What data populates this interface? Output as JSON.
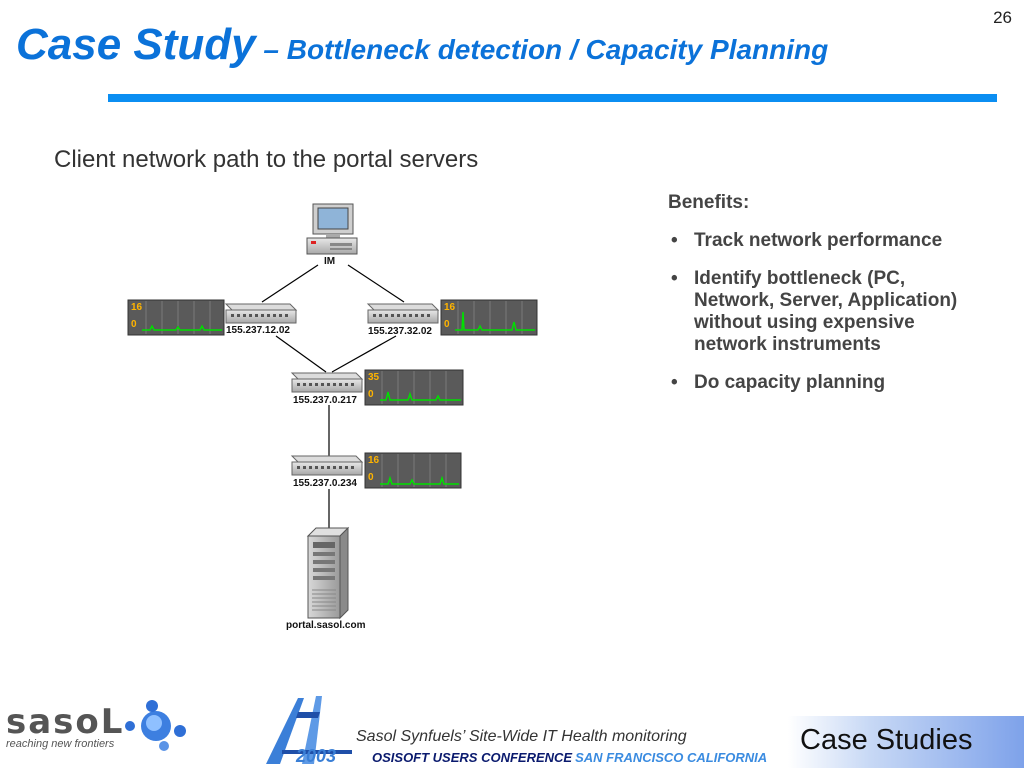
{
  "slide": {
    "number": "26",
    "title_main": "Case Study",
    "title_sub": " – Bottleneck detection / Capacity Planning",
    "subtitle": "Client network path to the portal servers"
  },
  "benefits": {
    "heading": "Benefits:",
    "items": [
      "Track network performance",
      "Identify bottleneck (PC, Network, Server, Application) without using expensive network instruments",
      "Do capacity planning"
    ]
  },
  "diagram": {
    "client_label": "IM",
    "nodes": [
      {
        "label": "155.237.12.02",
        "gauge_top": "16",
        "gauge_bottom": "0"
      },
      {
        "label": "155.237.32.02",
        "gauge_top": "16",
        "gauge_bottom": "0"
      },
      {
        "label": "155.237.0.217",
        "gauge_top": "35",
        "gauge_bottom": "0"
      },
      {
        "label": "155.237.0.234",
        "gauge_top": "16",
        "gauge_bottom": "0"
      }
    ],
    "server_label": "portal.sasol.com"
  },
  "footer": {
    "brand": "sasoL",
    "tagline": "reaching new frontiers",
    "conference_text": "Sasol Synfuels’ Site-Wide IT Health monitoring",
    "year": "2003",
    "conference_banner": "OSISOFT USERS CONFERENCE",
    "conference_location": "SAN FRANCISCO CALIFORNIA",
    "section": "Case Studies"
  },
  "colors": {
    "accent": "#0b72d9",
    "rule": "#0b8ef2",
    "gauge_line": "#00e000",
    "gauge_bg": "#5a5a5a"
  }
}
